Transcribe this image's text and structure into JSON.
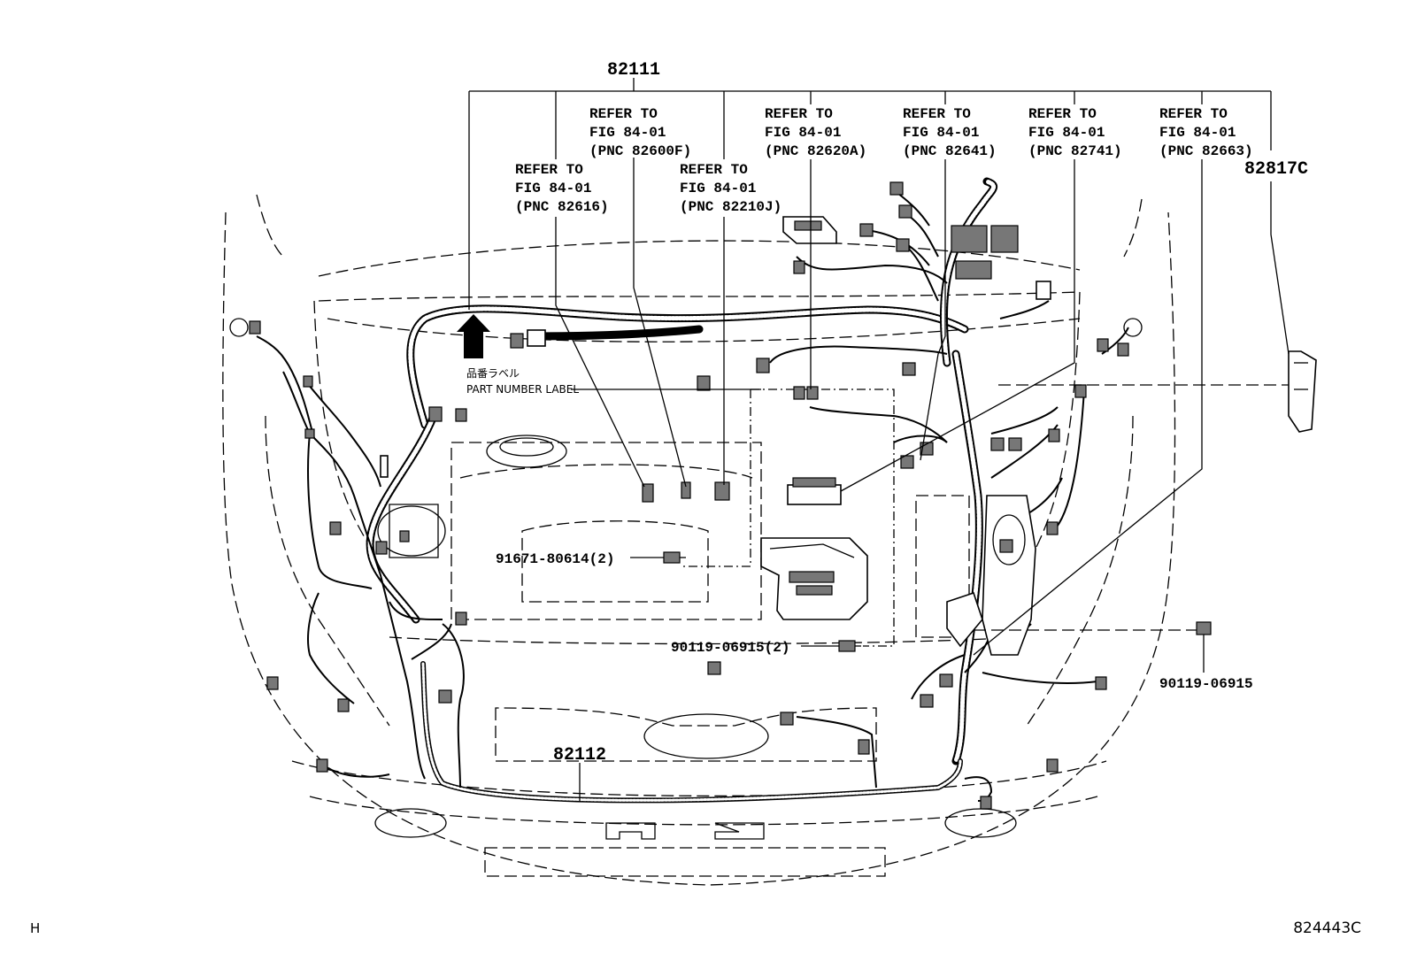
{
  "diagram": {
    "part_numbers": {
      "main_harness": "82111",
      "front_harness": "82112",
      "bracket": "82817C",
      "bolt_a": "91671-80614(2)",
      "bolt_b": "90119-06915(2)",
      "bolt_c": "90119-06915"
    },
    "label": {
      "jp": "品番ラベル",
      "en": "PART NUMBER LABEL"
    },
    "refers": [
      {
        "l1": "REFER TO",
        "l2": "FIG 84-01",
        "l3": "(PNC 82616)"
      },
      {
        "l1": "REFER TO",
        "l2": "FIG 84-01",
        "l3": "(PNC 82600F)"
      },
      {
        "l1": "REFER TO",
        "l2": "FIG 84-01",
        "l3": "(PNC 82210J)"
      },
      {
        "l1": "REFER TO",
        "l2": "FIG 84-01",
        "l3": "(PNC 82620A)"
      },
      {
        "l1": "REFER TO",
        "l2": "FIG 84-01",
        "l3": "(PNC 82641)"
      },
      {
        "l1": "REFER TO",
        "l2": "FIG 84-01",
        "l3": "(PNC 82741)"
      },
      {
        "l1": "REFER TO",
        "l2": "FIG 84-01",
        "l3": "(PNC 82663)"
      }
    ],
    "corner_left": "H",
    "illustration_id": "824443C"
  }
}
